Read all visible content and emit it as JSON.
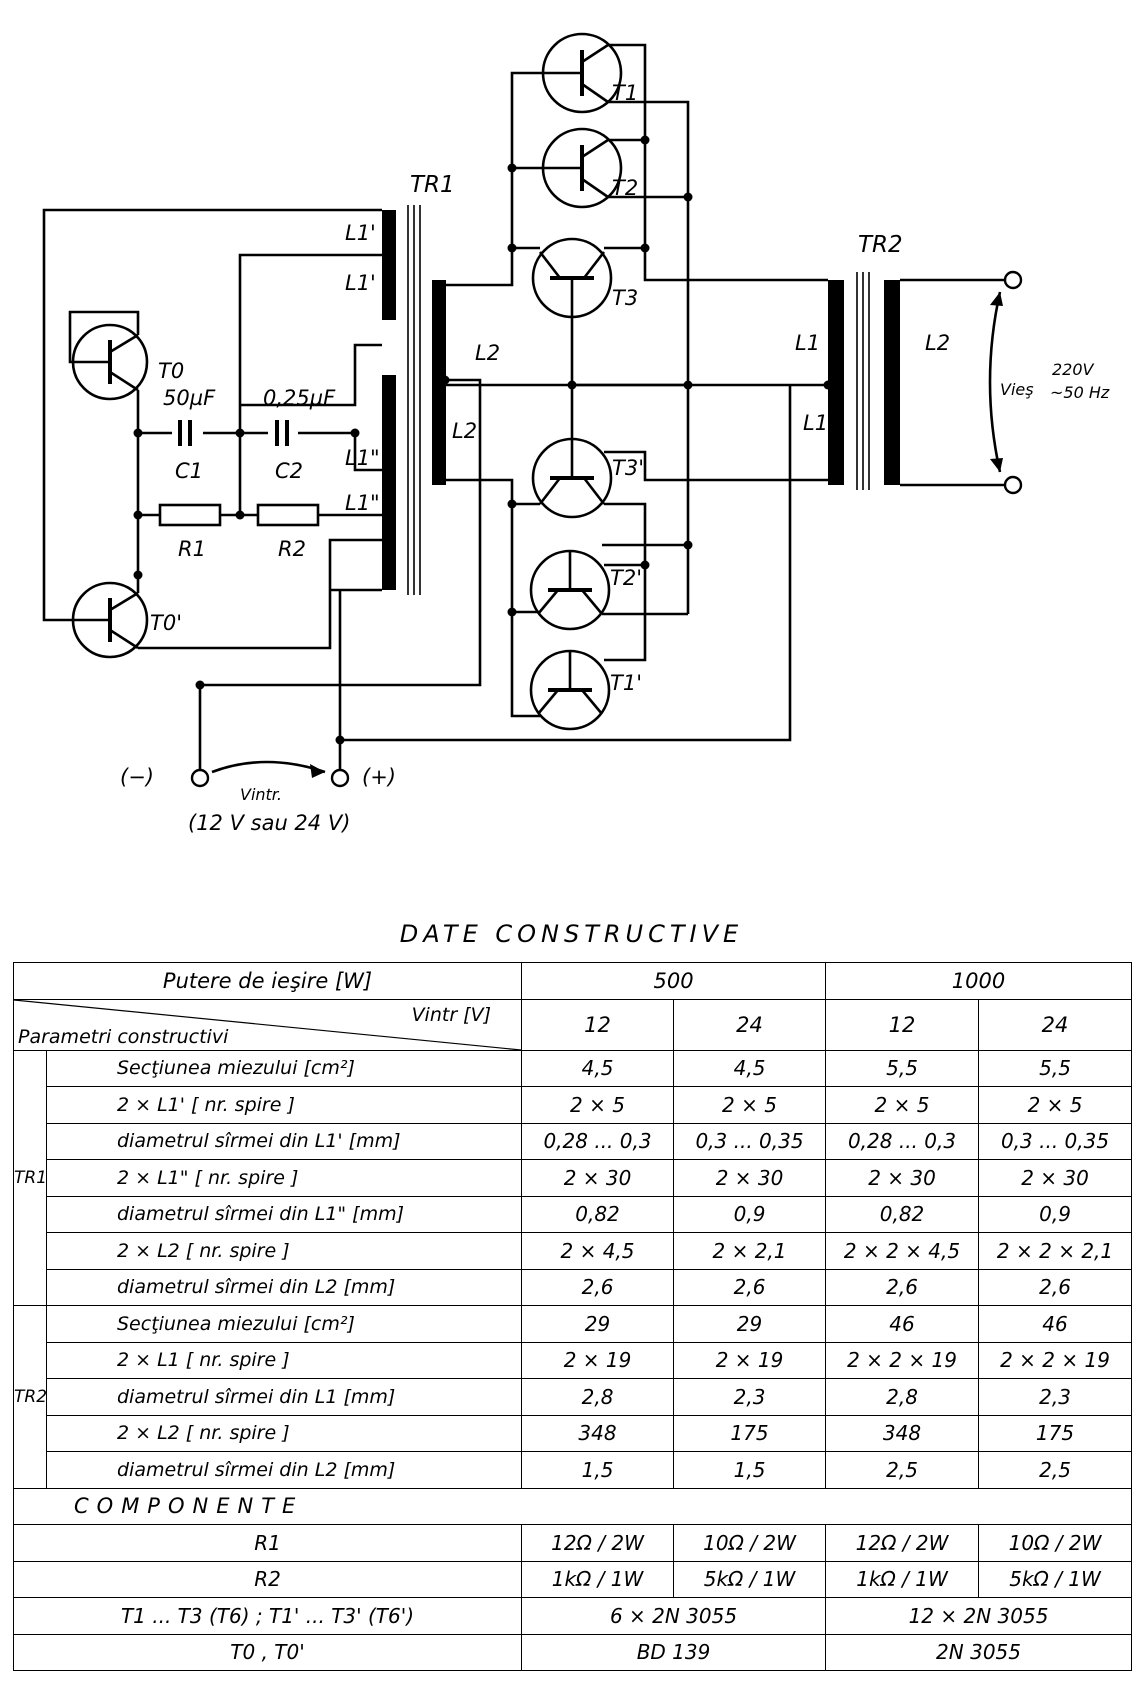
{
  "diagram": {
    "transformer_1": "TR1",
    "transformer_2": "TR2",
    "tr1_windings": [
      "L1'",
      "L1'",
      "L1\"",
      "L1\"",
      "L2",
      "L2"
    ],
    "tr2_windings": [
      "L1",
      "L1",
      "L2"
    ],
    "transistors": [
      "T1",
      "T2",
      "T3",
      "T3'",
      "T2'",
      "T1'",
      "T0",
      "T0'"
    ],
    "capacitors": [
      {
        "name": "C1",
        "value": "50µF"
      },
      {
        "name": "C2",
        "value": "0,25µF"
      }
    ],
    "resistors": [
      "R1",
      "R2"
    ],
    "input": {
      "minus": "(−)",
      "plus": "(+)",
      "label": "Vintr.",
      "value": "(12 V sau 24 V)"
    },
    "output": {
      "label": "Vieş",
      "value_1": "220V",
      "value_2": "~50 Hz"
    }
  },
  "table": {
    "title": "DATE  CONSTRUCTIVE",
    "header": {
      "power_label": "Putere de ieşire   [W]",
      "power_values": [
        "500",
        "1000"
      ],
      "corner_top": "Vintr  [V]",
      "corner_bottom": "Parametri constructivi",
      "voltages": [
        "12",
        "24",
        "12",
        "24"
      ]
    },
    "groups": [
      {
        "name": "TR1",
        "rows": [
          {
            "param": "Secţiunea miezului  [cm²]",
            "values": [
              "4,5",
              "4,5",
              "5,5",
              "5,5"
            ]
          },
          {
            "param": "2 × L1'  [ nr. spire ]",
            "values": [
              "2 × 5",
              "2 × 5",
              "2 × 5",
              "2 × 5"
            ]
          },
          {
            "param": "diametrul sîrmei din L1'  [mm]",
            "values": [
              "0,28 ... 0,3",
              "0,3 ... 0,35",
              "0,28 ... 0,3",
              "0,3 ... 0,35"
            ]
          },
          {
            "param": "2 × L1\"  [ nr. spire ]",
            "values": [
              "2 × 30",
              "2 × 30",
              "2 × 30",
              "2 × 30"
            ]
          },
          {
            "param": "diametrul sîrmei din L1\"  [mm]",
            "values": [
              "0,82",
              "0,9",
              "0,82",
              "0,9"
            ]
          },
          {
            "param": "2 × L2  [ nr. spire ]",
            "values": [
              "2 × 4,5",
              "2 × 2,1",
              "2 × 2 × 4,5",
              "2 × 2 × 2,1"
            ]
          },
          {
            "param": "diametrul sîrmei din L2  [mm]",
            "values": [
              "2,6",
              "2,6",
              "2,6",
              "2,6"
            ]
          }
        ]
      },
      {
        "name": "TR2",
        "rows": [
          {
            "param": "Secţiunea miezului  [cm²]",
            "values": [
              "29",
              "29",
              "46",
              "46"
            ]
          },
          {
            "param": "2 × L1  [ nr. spire ]",
            "values": [
              "2 × 19",
              "2 × 19",
              "2 × 2 × 19",
              "2 × 2 × 19"
            ]
          },
          {
            "param": "diametrul sîrmei din L1  [mm]",
            "values": [
              "2,8",
              "2,3",
              "2,8",
              "2,3"
            ]
          },
          {
            "param": "2 × L2  [ nr. spire ]",
            "values": [
              "348",
              "175",
              "348",
              "175"
            ]
          },
          {
            "param": "diametrul sîrmei din L2  [mm]",
            "values": [
              "1,5",
              "1,5",
              "2,5",
              "2,5"
            ]
          }
        ]
      }
    ],
    "components_title": "COMPONENTE",
    "components": [
      {
        "name": "R1",
        "values": [
          "12Ω / 2W",
          "10Ω / 2W",
          "12Ω / 2W",
          "10Ω / 2W"
        ]
      },
      {
        "name": "R2",
        "values": [
          "1kΩ / 1W",
          "5kΩ / 1W",
          "1kΩ / 1W",
          "5kΩ / 1W"
        ]
      },
      {
        "name": "T1 ... T3 (T6) ; T1' ... T3' (T6')",
        "spans": [
          "6 × 2N 3055",
          "12 × 2N 3055"
        ]
      },
      {
        "name": "T0 , T0'",
        "spans": [
          "BD 139",
          "2N 3055"
        ]
      }
    ]
  }
}
